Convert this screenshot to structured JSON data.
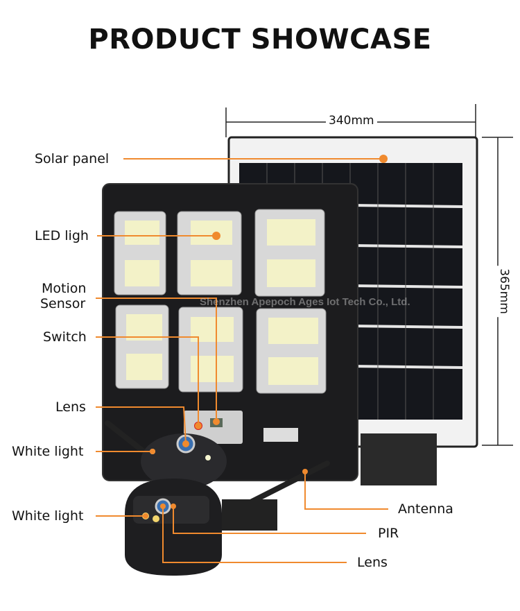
{
  "title": "PRODUCT SHOWCASE",
  "dimensions": {
    "width": "340mm",
    "height": "365mm"
  },
  "labels": {
    "solar_panel": "Solar panel",
    "led_light": "LED ligh",
    "motion_sensor_1": "Motion",
    "motion_sensor_2": "Sensor",
    "switch": "Switch",
    "lens_top": "Lens",
    "white_light_top": "White light",
    "white_light_bottom": "White light",
    "antenna": "Antenna",
    "pir": "PIR",
    "lens_bottom": "Lens"
  },
  "watermark": "Shenzhen Apepoch Ages Iot Tech Co., Ltd.",
  "colors": {
    "accent": "#f08a2e"
  }
}
